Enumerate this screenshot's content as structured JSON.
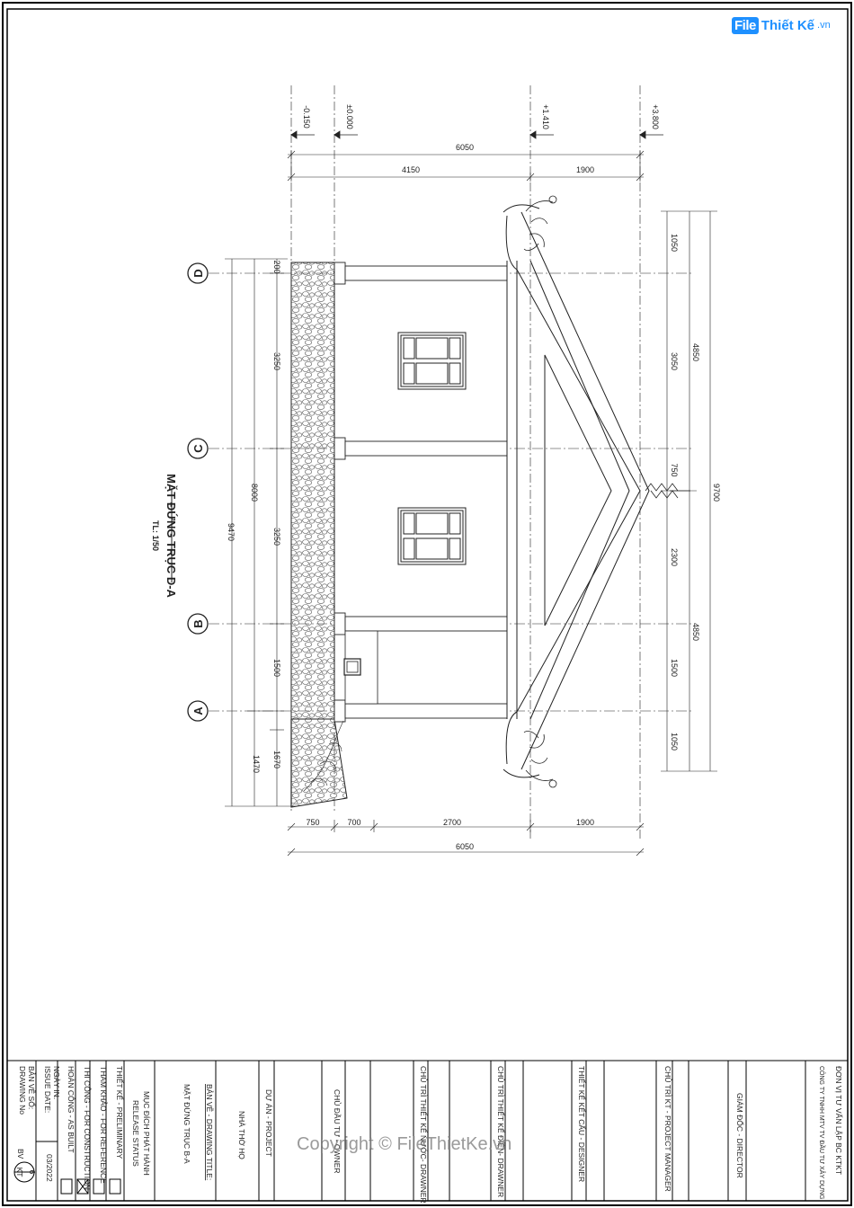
{
  "logo": {
    "mark": "File",
    "text": "Thiết Kế",
    "suffix": ".vn"
  },
  "watermark": "Copyright © FileThietKe.vn",
  "drawing": {
    "title": "MẶT ĐỨNG TRỤC D-A",
    "scale": "TL: 1/50",
    "axes": [
      "D",
      "C",
      "B",
      "A"
    ],
    "levels": [
      "-0.150",
      "±0.000",
      "+1.410",
      "+3.800"
    ],
    "dims_top": {
      "total": "6050",
      "left": "4150",
      "right": "1900"
    },
    "dims_bottom": {
      "total": "6050",
      "segments": [
        "750",
        "700",
        "2700",
        "1900"
      ]
    },
    "dims_left": {
      "overall": "9470",
      "grid": "8000",
      "spans": [
        "200",
        "3250",
        "3250",
        "1500",
        "1670",
        "1470"
      ]
    },
    "dims_right": {
      "overall": "9700",
      "halves": [
        "4850",
        "4850"
      ],
      "spans": [
        "1050",
        "3050",
        "750",
        "2300",
        "1500",
        "1050"
      ]
    }
  },
  "title_block": {
    "company_label": "ĐƠN VỊ TƯ VẤN LẬP BC KTKT",
    "company_name": "CÔNG TY TNHH MTV TV ĐẦU TƯ XÂY DỰNG",
    "director": "GIÁM ĐỐC - DIRECTOR",
    "project_manager": "CHỦ TRÌ KT - PROJECT MANAGER",
    "designer": "THIẾT KẾ KẾT CẤU - DESIGNER",
    "drawner_1": "CHỦ TRÌ THIẾT KẾ ĐIỆN- DRAWNER",
    "drawner_2": "CHỦ TRÌ THIẾT KẾ NƯỚC- DRAWNER",
    "owner": "CHỦ ĐẦU TƯ - OWNER",
    "project_label": "DỰ ÁN - PROJECT",
    "project_name": "NHÀ THỜ HỌ",
    "title_label": "BẢN VẼ - DRAWING TITLE:",
    "title_value": "MẶT ĐỨNG TRỤC B-A",
    "purpose_1": "MỤC ĐÍCH PHÁT HÀNH",
    "purpose_2": "RELEASE STATUS",
    "status": [
      "THIẾT KẾ - PRELIMINARY",
      "THAM KHẢO - FOR REFERENCE",
      "THI CÔNG - FOR CONSTRUCTION",
      "HOÀN CÔNG - AS BUILT"
    ],
    "issue_label": "NGÀY IN:",
    "issue_label_en": "ISSUE DATE:",
    "issue_date": "03/2022",
    "drawing_no_label": "BẢN VẼ SỐ:",
    "drawing_no_label_en": "DRAWING No",
    "drawing_no_prefix": "BV",
    "drawing_no_num": "6",
    "drawing_no_code": "KT"
  }
}
